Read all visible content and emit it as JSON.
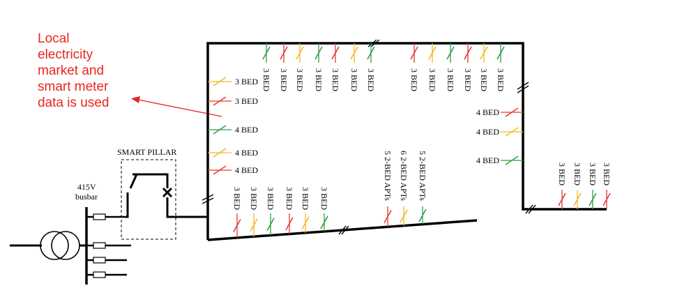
{
  "annotation": {
    "lines": [
      "Local",
      "electricity",
      "market and",
      "smart meter",
      "data is used"
    ],
    "color": "#e8261e"
  },
  "labels": {
    "smart_pillar": "SMART PILLAR",
    "busbar_voltage": "415V",
    "busbar": "busbar"
  },
  "phase_colors": {
    "red": "#e53935",
    "yellow": "#f2b826",
    "green": "#2f9e44"
  },
  "loads": {
    "top": [
      {
        "label": "3 BED",
        "phase": "green"
      },
      {
        "label": "3 BED",
        "phase": "red"
      },
      {
        "label": "3 BED",
        "phase": "yellow"
      },
      {
        "label": "3 BED",
        "phase": "green"
      },
      {
        "label": "3 BED",
        "phase": "red"
      },
      {
        "label": "3 BED",
        "phase": "yellow"
      },
      {
        "label": "3 BED",
        "phase": "green"
      },
      {
        "label": "3 BED",
        "phase": "red"
      },
      {
        "label": "3 BED",
        "phase": "yellow"
      },
      {
        "label": "3 BED",
        "phase": "green"
      },
      {
        "label": "3 BED",
        "phase": "red"
      },
      {
        "label": "3 BED",
        "phase": "yellow"
      },
      {
        "label": "3 BED",
        "phase": "green"
      }
    ],
    "left": [
      {
        "label": "3 BED",
        "phase": "yellow"
      },
      {
        "label": "3 BED",
        "phase": "red"
      },
      {
        "label": "4 BED",
        "phase": "green"
      },
      {
        "label": "4 BED",
        "phase": "yellow"
      },
      {
        "label": "4 BED",
        "phase": "red"
      }
    ],
    "right": [
      {
        "label": "4 BED",
        "phase": "red"
      },
      {
        "label": "4 BED",
        "phase": "yellow"
      },
      {
        "label": "4 BED",
        "phase": "green"
      }
    ],
    "bottom": [
      {
        "label": "3 BED",
        "phase": "red"
      },
      {
        "label": "3 BED",
        "phase": "yellow"
      },
      {
        "label": "3 BED",
        "phase": "green"
      },
      {
        "label": "3 BED",
        "phase": "red"
      },
      {
        "label": "3 BED",
        "phase": "yellow"
      },
      {
        "label": "3 BED",
        "phase": "green"
      }
    ],
    "apartments": [
      {
        "label": "5 2-BED APTs",
        "phase": "red"
      },
      {
        "label": "6 2-BED APTs",
        "phase": "yellow"
      },
      {
        "label": "5 2-BED APTs",
        "phase": "green"
      }
    ],
    "far_right": [
      {
        "label": "3 BED",
        "phase": "red"
      },
      {
        "label": "3 BED",
        "phase": "yellow"
      },
      {
        "label": "3 BED",
        "phase": "green"
      },
      {
        "label": "3 BED",
        "phase": "red"
      }
    ]
  }
}
